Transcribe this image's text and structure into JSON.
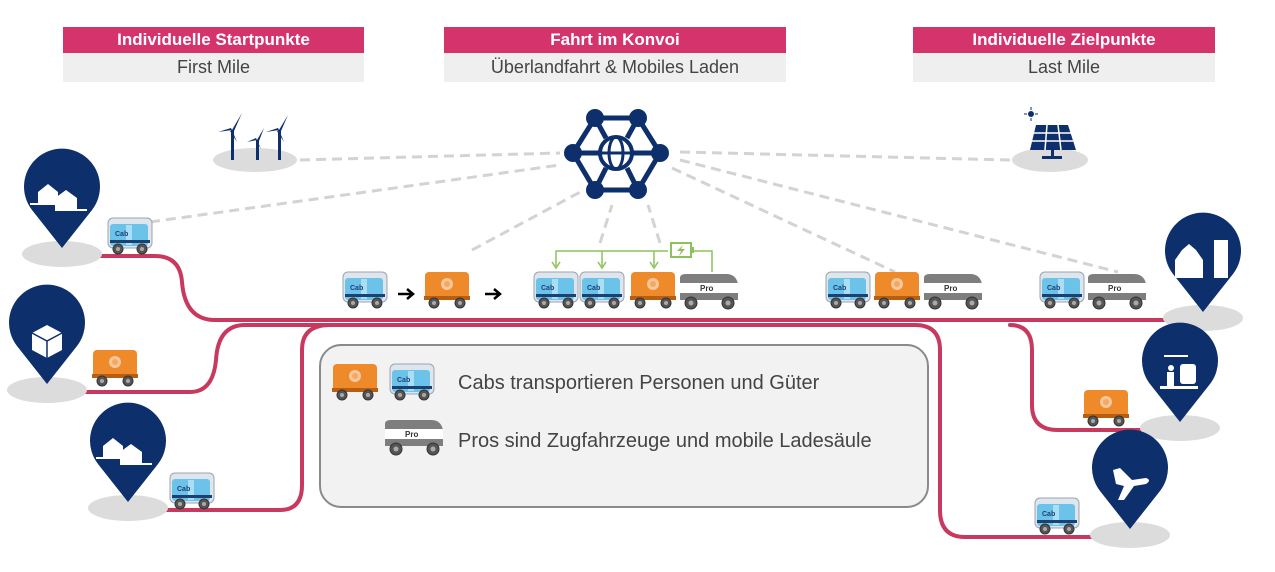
{
  "headers": [
    {
      "title": "Individuelle Startpunkte",
      "subtitle": "First Mile"
    },
    {
      "title": "Fahrt im Konvoi",
      "subtitle": "Überlandfahrt & Mobiles Laden"
    },
    {
      "title": "Individuelle Zielpunkte",
      "subtitle": "Last Mile"
    }
  ],
  "hub": {
    "icon": "network-globe-icon"
  },
  "energy": {
    "left": "wind-turbines-icon",
    "right": "solar-panel-icon"
  },
  "vehicles": {
    "cab_label": "Cab",
    "pro_label": "Pro"
  },
  "start_points": [
    {
      "icon": "houses-icon"
    },
    {
      "icon": "package-icon"
    },
    {
      "icon": "houses-icon"
    }
  ],
  "end_points": [
    {
      "icon": "city-buildings-icon"
    },
    {
      "icon": "train-station-icon"
    },
    {
      "icon": "airplane-icon"
    }
  ],
  "legend": {
    "items": [
      {
        "text": "Cabs transportieren Personen und Güter"
      },
      {
        "text": "Pros sind Zugfahrzeuge und mobile Ladesäule"
      }
    ]
  },
  "colors": {
    "accent": "#d5336b",
    "route": "#c8395f",
    "navy": "#0d2f6b",
    "cab": "#6cc3ea",
    "cargo": "#ef8a2b",
    "pro": "#8e8e8e",
    "charge": "#8dc25a"
  }
}
